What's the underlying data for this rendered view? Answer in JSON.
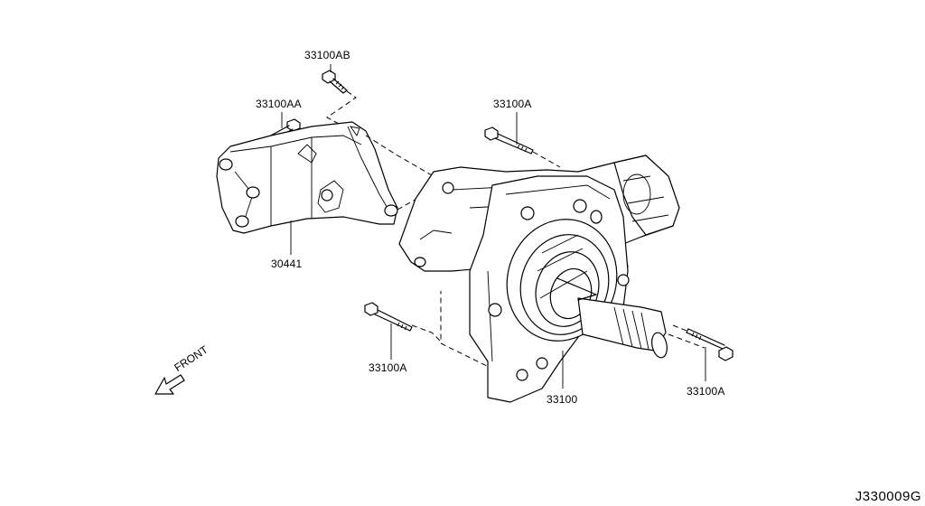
{
  "diagram_code": "J330009G",
  "direction_label": "FRONT",
  "parts": {
    "bolt_top_ab": "33100AB",
    "bolt_top_aa": "33100AA",
    "bolt_top_a": "33100A",
    "bracket": "30441",
    "bolt_lower_left": "33100A",
    "transfer_assembly": "33100",
    "bolt_lower_right": "33100A"
  },
  "colors": {
    "line": "#000000",
    "background": "#ffffff"
  }
}
